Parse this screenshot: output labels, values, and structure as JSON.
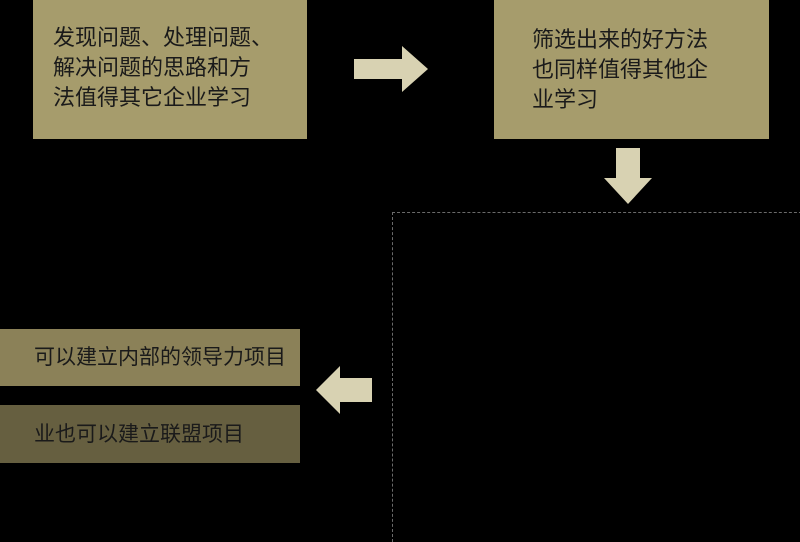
{
  "boxes": {
    "box1_lines": [
      "发现问题、处理问题、",
      "解决问题的思路和方",
      "法值得其它企业学习"
    ],
    "box2_lines": [
      "筛选出来的好方法",
      "也同样值得其他企",
      "业学习"
    ],
    "box3_text": "可以建立内部的领导力项目",
    "box4_text": "业也可以建立联盟项目"
  },
  "colors": {
    "background": "#000000",
    "box_primary": "#a69c6c",
    "box_secondary": "#8b8158",
    "box_tertiary": "#665f40",
    "arrow": "#d8d2b2",
    "text": "#1a1a1a",
    "dashed_line": "#6a6a6a"
  },
  "icons": {
    "right": "arrow-right-icon",
    "down": "arrow-down-icon",
    "left": "arrow-left-icon"
  }
}
